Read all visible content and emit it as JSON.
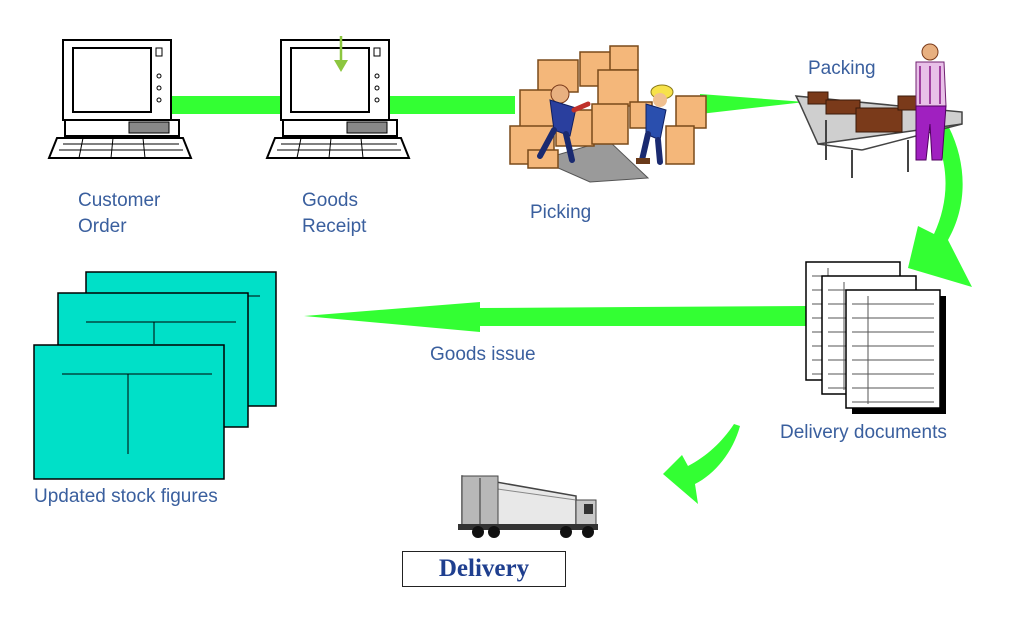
{
  "labels": {
    "customer_order_line1": "Customer",
    "customer_order_line2": "Order",
    "goods_receipt_line1": "Goods",
    "goods_receipt_line2": "Receipt",
    "picking": "Picking",
    "packing": "Packing",
    "goods_issue": "Goods issue",
    "delivery_documents": "Delivery documents",
    "updated_stock_figures": "Updated stock figures",
    "delivery": "Delivery"
  },
  "colors": {
    "flow_arrow": "#33ff33",
    "receipt_marker": "#8cc63f",
    "label_text": "#3a5f9e",
    "stock_sheet": "#00e0c8",
    "delivery_text": "#1f3f8f"
  },
  "icons": {
    "customer_order": "computer-terminal-icon",
    "goods_receipt": "computer-terminal-icon",
    "picking": "warehouse-workers-boxes-icon",
    "packing": "packing-conveyor-worker-icon",
    "delivery_documents": "document-stack-icon",
    "stock": "stock-sheets-icon",
    "delivery": "delivery-truck-icon"
  }
}
